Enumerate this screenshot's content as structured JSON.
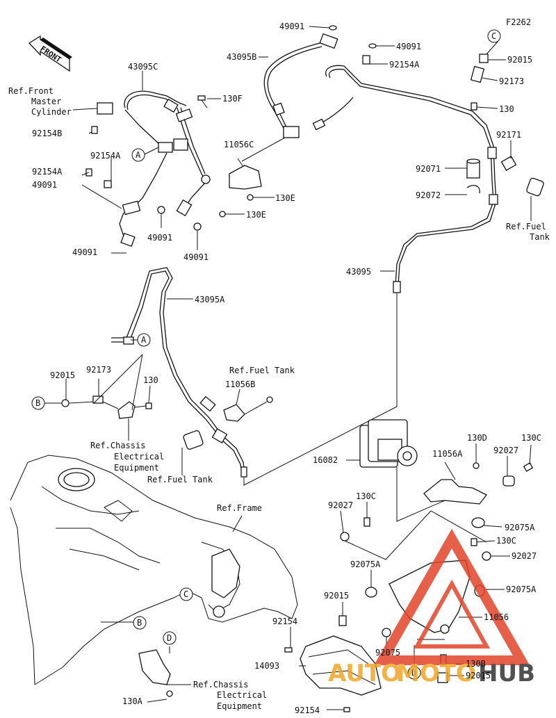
{
  "figure_code": "F2262",
  "front_badge": "FRONT",
  "watermark": {
    "part1": "AUTO",
    "part2": "MOTO",
    "part3": "HUB",
    "color_a": "#e2442a",
    "color_b": "#f1a525",
    "color_c": "#333333"
  },
  "labels": {
    "p49091_top": "49091",
    "p49091_r": "49091",
    "p43095B": "43095B",
    "p92154A_top": "92154A",
    "p43095C": "43095C",
    "ref_front_master": "Ref.Front",
    "master": "Master",
    "cylinder": "Cylinder",
    "p92154B": "92154B",
    "p92154A_mid": "92154A",
    "p92154A_left": "92154A",
    "p49091_left": "49091",
    "p130F": "130F",
    "p11056C": "11056C",
    "p130E_a": "130E",
    "p130E_b": "130E",
    "p49091_mid": "49091",
    "p49091_mid2": "49091",
    "p49091_bl": "49091",
    "p92015_tr": "92015",
    "p92173_tr": "92173",
    "p130_tr": "130",
    "p92171": "92171",
    "p92071": "92071",
    "p92072": "92072",
    "ref_fuel_tank_r1": "Ref.Fuel",
    "ref_fuel_tank_r2": "Tank",
    "p43095": "43095",
    "p43095A": "43095A",
    "p92015_l": "92015",
    "p92173_l": "92173",
    "p130_l": "130",
    "ref_fuel_tank_c": "Ref.Fuel Tank",
    "p11056B": "11056B",
    "ref_chassis1": "Ref.Chassis",
    "ref_chassis2": "Electrical",
    "ref_chassis3": "Equipment",
    "ref_fuel_tank_b": "Ref.Fuel Tank",
    "p16082": "16082",
    "p130D": "130D",
    "p130C_tr": "130C",
    "p11056A": "11056A",
    "p92027_r": "92027",
    "p92027_l": "92027",
    "p130C_l": "130C",
    "ref_frame": "Ref.Frame",
    "p92075A_a": "92075A",
    "p130C_m": "130C",
    "p92027_m": "92027",
    "p92075A_b": "92075A",
    "p92075A_c": "92075A",
    "p92015_m": "92015",
    "p11056": "11056",
    "p92154_a": "92154",
    "p92075": "92075",
    "p14093": "14093",
    "p130B": "130B",
    "p92015_b": "92015",
    "ref_chassis_b1": "Ref.Chassis",
    "ref_chassis_b2": "Electrical",
    "ref_chassis_b3": "Equipment",
    "p130A": "130A",
    "p92154_b": "92154"
  },
  "callouts": {
    "A1": "A",
    "A2": "A",
    "B1": "B",
    "B2": "B",
    "C1": "C",
    "C2": "C",
    "D1": "D",
    "D2": "D"
  }
}
